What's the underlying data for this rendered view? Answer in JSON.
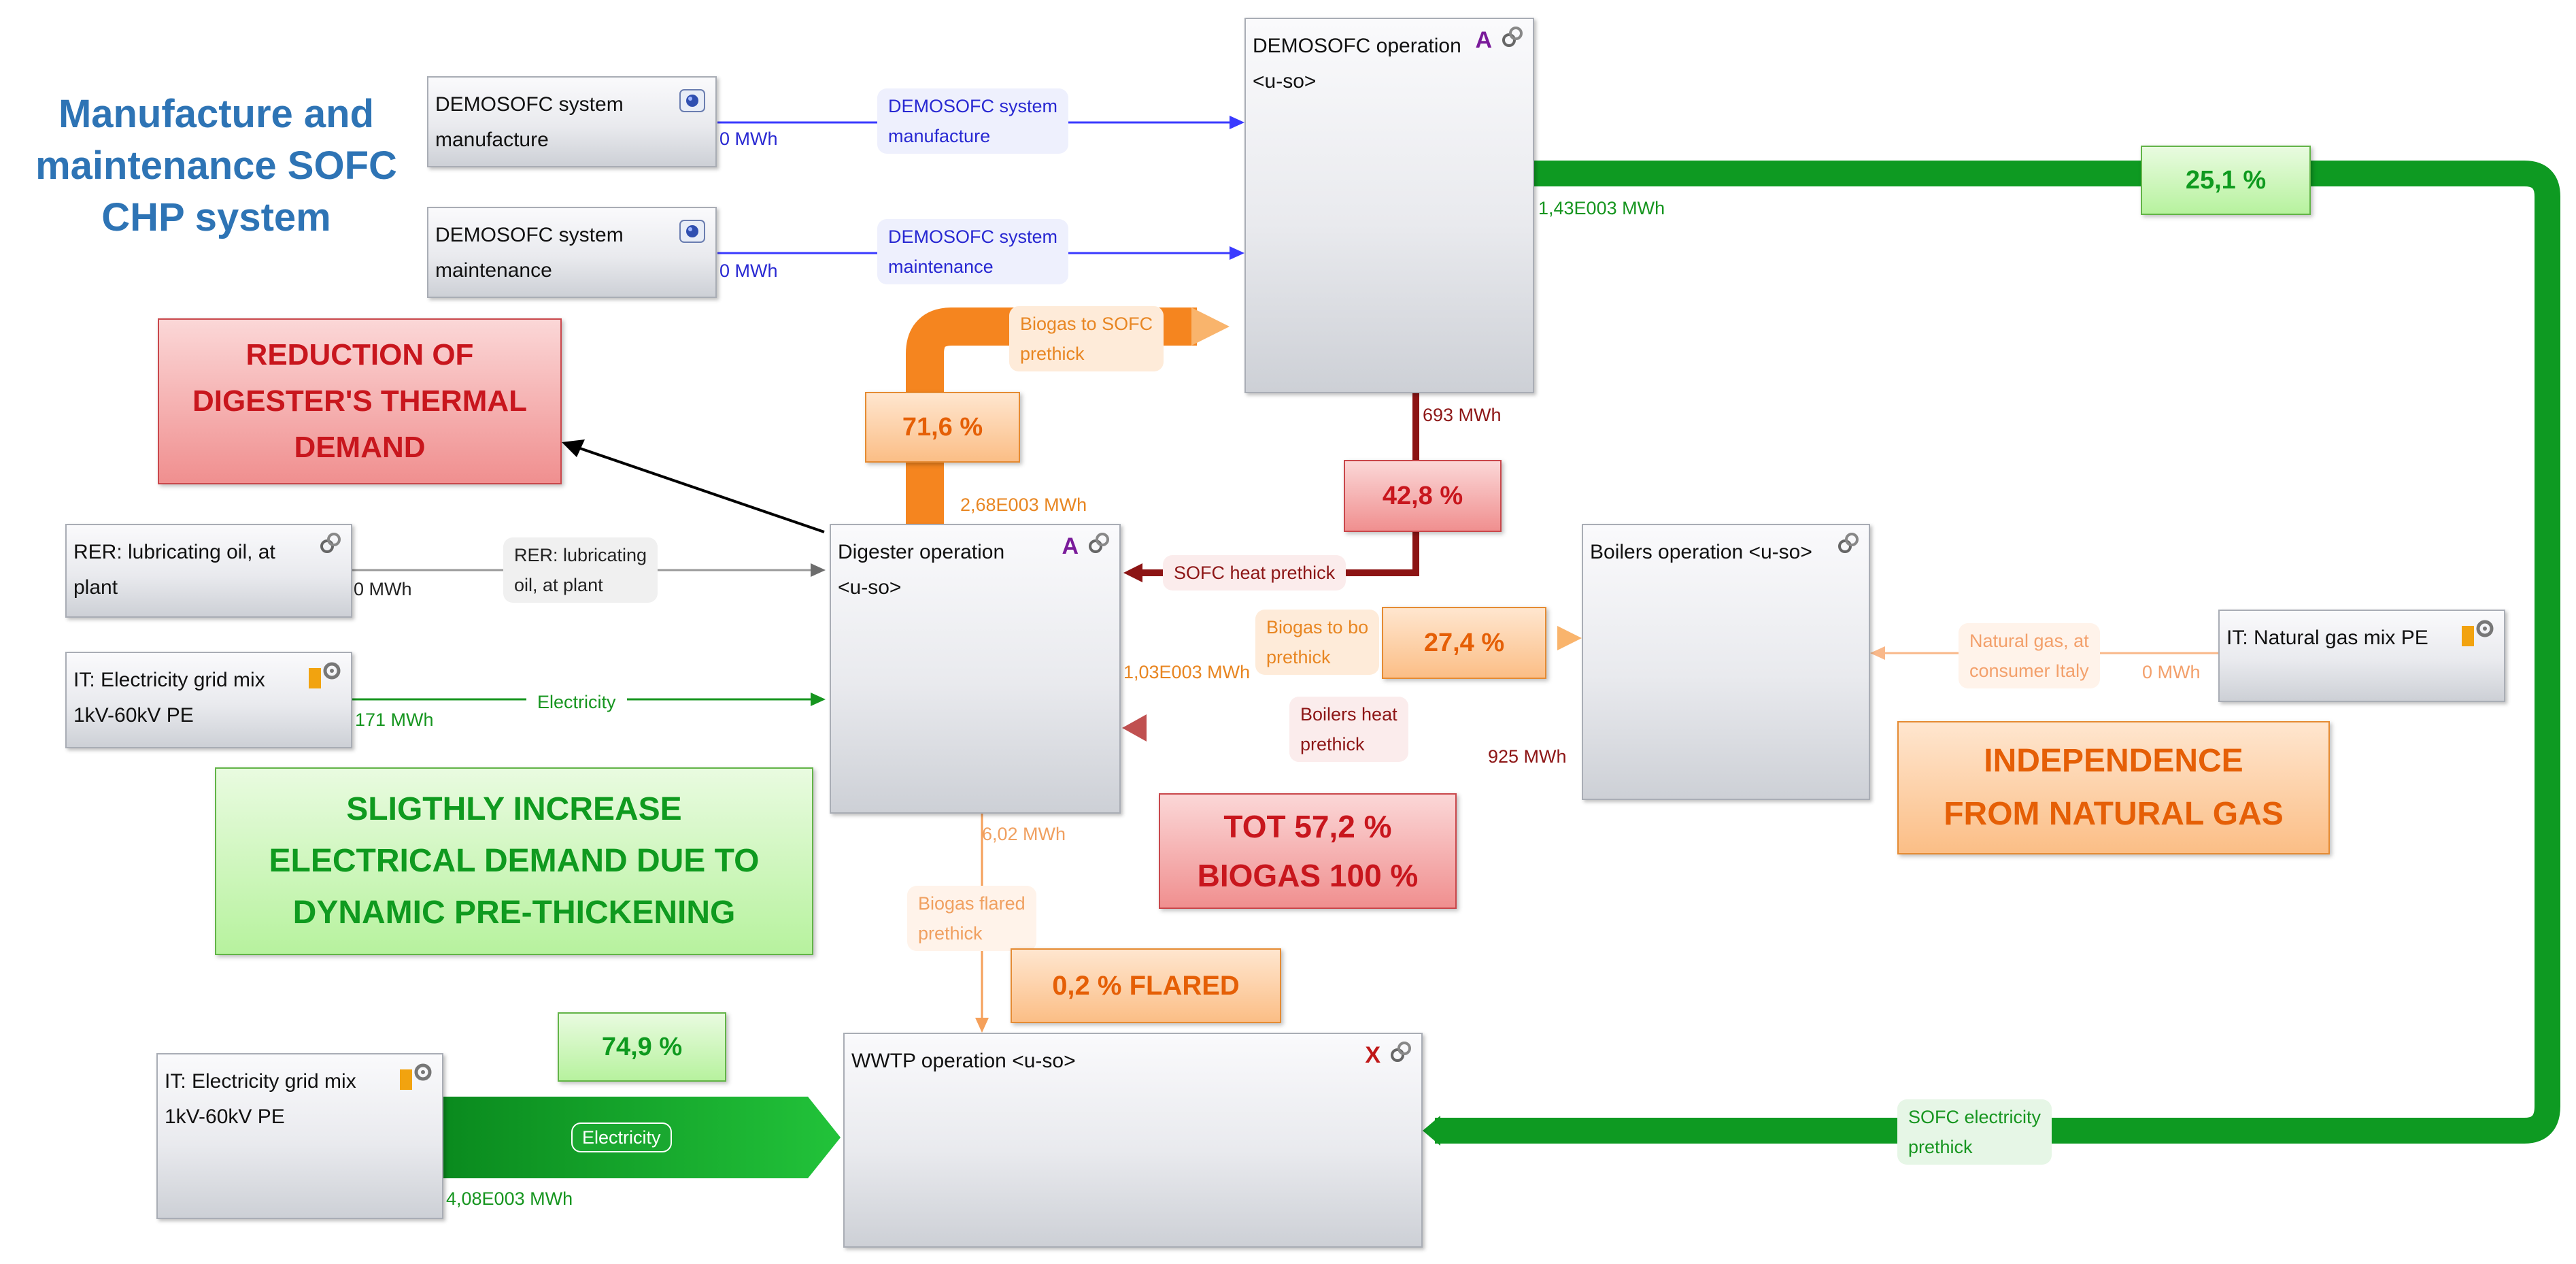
{
  "heading": "Manufacture and\nmaintenance SOFC\nCHP system",
  "processes": {
    "sofc_manufacture": "DEMOSOFC system\nmanufacture",
    "sofc_maintenance": "DEMOSOFC system\nmaintenance",
    "sofc_operation": "DEMOSOFC operation\n<u-so>",
    "digester": "Digester operation\n<u-so>",
    "boilers": "Boilers operation <u-so>",
    "lubricating_oil": "RER: lubricating oil, at\nplant",
    "grid_mix_top": "IT: Electricity grid mix\n1kV-60kV PE",
    "natural_gas": "IT: Natural gas mix PE",
    "grid_mix_bottom": "IT: Electricity grid mix\n1kV-60kV PE",
    "wwtp": "WWTP operation <u-so>"
  },
  "icon_marks": {
    "sofc_operation": "A",
    "digester": "A",
    "wwtp": "X"
  },
  "flows": {
    "manufacture": {
      "amount": "0 MWh",
      "label": "DEMOSOFC system\nmanufacture"
    },
    "maintenance": {
      "amount": "0 MWh",
      "label": "DEMOSOFC system\nmaintenance"
    },
    "sofc_electricity_out": {
      "amount": "1,43E003 MWh",
      "percent": "25,1 %"
    },
    "sofc_heat": {
      "amount": "693 MWh",
      "percent": "42,8 %",
      "label": "SOFC heat prethick"
    },
    "biogas_to_sofc": {
      "amount": "2,68E003 MWh",
      "percent": "71,6 %",
      "label": "Biogas to SOFC\nprethick"
    },
    "lubricating_oil": {
      "amount": "0 MWh",
      "label": "RER: lubricating\noil, at plant"
    },
    "grid_electricity": {
      "amount": "171 MWh",
      "label": "Electricity"
    },
    "biogas_to_boilers": {
      "amount": "1,03E003 MWh",
      "percent": "27,4 %",
      "label": "Biogas to bo\nprethick"
    },
    "boilers_heat": {
      "amount": "925 MWh",
      "label": "Boilers heat\nprethick"
    },
    "natural_gas": {
      "amount": "0 MWh",
      "label": "Natural gas, at\nconsumer Italy"
    },
    "biogas_flared": {
      "amount": "6,02 MWh",
      "label": "Biogas flared\nprethick"
    },
    "grid_to_wwtp": {
      "amount": "4,08E003 MWh",
      "percent": "74,9 %",
      "label": "Electricity"
    },
    "sofc_electricity_in": {
      "label": "SOFC electricity\nprethick"
    }
  },
  "callouts": {
    "thermal_demand": "REDUCTION OF\nDIGESTER'S THERMAL\nDEMAND",
    "electrical_demand": "SLIGTHLY INCREASE\nELECTRICAL DEMAND DUE TO\nDYNAMIC PRE-THICKENING",
    "tot_biogas": "TOT 57,2 %\nBIOGAS 100 %",
    "flared": "0,2 % FLARED",
    "independence": "INDEPENDENCE\nFROM NATURAL GAS"
  },
  "colors": {
    "electricity": "#0e9a22",
    "biogas": "#f5851f",
    "heat": "#8c1414",
    "material": "#3a3aff",
    "natural_gas": "#f9b88a",
    "heading": "#2e74b5"
  },
  "icons": [
    "database-icon",
    "link-icon",
    "gear-icon",
    "arrow-icon"
  ]
}
